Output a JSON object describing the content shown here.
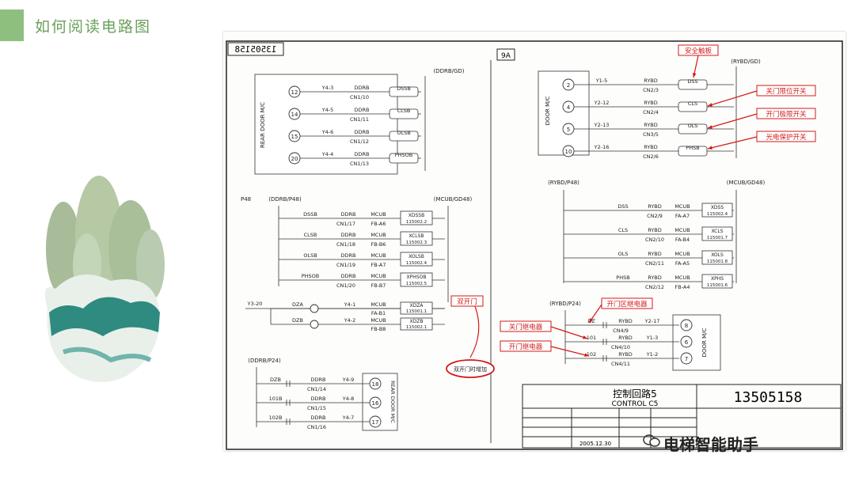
{
  "slide": {
    "title": "如何阅读电路图",
    "watermark": "电梯智能助手",
    "accent_color": "#8fbf7f"
  },
  "sheet": {
    "mirrored_number": "13505158",
    "sheet_tag": "9A",
    "title_cn": "控制回路5",
    "title_en": "CONTROL C5",
    "drawing_number": "13505158",
    "date": "2005.12.30"
  },
  "rear_door": {
    "label": "REAR DOOR M/C",
    "bus": "(DDRB/GD)",
    "rows": [
      {
        "pin": "12",
        "wire": "Y4-3",
        "relay": "DDRB",
        "conn": "CN1/10",
        "sw": "DSSB"
      },
      {
        "pin": "14",
        "wire": "Y4-5",
        "relay": "DDRB",
        "conn": "CN1/11",
        "sw": "CLSB"
      },
      {
        "pin": "15",
        "wire": "Y4-6",
        "relay": "DDRB",
        "conn": "CN1/12",
        "sw": "OLSB"
      },
      {
        "pin": "20",
        "wire": "Y4-4",
        "relay": "DDRB",
        "conn": "CN1/13",
        "sw": "PHSOB"
      }
    ]
  },
  "front_door": {
    "label": "DOOR M/C",
    "bus": "(RYBD/GD)",
    "rows": [
      {
        "pin": "2",
        "wire": "Y1-5",
        "relay": "RYBD",
        "conn": "CN2/3",
        "sw": "DSS"
      },
      {
        "pin": "4",
        "wire": "Y2-12",
        "relay": "RYBD",
        "conn": "CN2/4",
        "sw": "CLS"
      },
      {
        "pin": "5",
        "wire": "Y2-13",
        "relay": "RYBD",
        "conn": "CN3/5",
        "sw": "OLS"
      },
      {
        "pin": "10",
        "wire": "Y2-16",
        "relay": "RYBD",
        "conn": "CN2/6",
        "sw": "PHSB"
      }
    ]
  },
  "rear_mcub": {
    "bus_left": "P48",
    "bus": "(DDRB/P48)",
    "bus_right": "(MCUB/GD48)",
    "rows": [
      {
        "sig": "DSSB",
        "relay": "DDRB",
        "conn": "CN1/17",
        "mcub": "MCUB",
        "fb": "FB-A6",
        "box": "XDSSB",
        "ref": "115002.2"
      },
      {
        "sig": "CLSB",
        "relay": "DDRB",
        "conn": "CN1/18",
        "mcub": "MCUB",
        "fb": "FB-B6",
        "box": "XCLSB",
        "ref": "115002.3"
      },
      {
        "sig": "OLSB",
        "relay": "DDRB",
        "conn": "CN1/19",
        "mcub": "MCUB",
        "fb": "FB-A7",
        "box": "XOLSB",
        "ref": "115002.4"
      },
      {
        "sig": "PHSOB",
        "relay": "DDRB",
        "conn": "CN1/20",
        "mcub": "MCUB",
        "fb": "FB-B7",
        "box": "XPHSOB",
        "ref": "115002.5"
      }
    ]
  },
  "front_mcub": {
    "bus": "(RYBD/P48)",
    "bus_right": "(MCUB/GD48)",
    "rows": [
      {
        "sig": "DSS",
        "relay": "RYBD",
        "conn": "CN2/9",
        "mcub": "MCUB",
        "fb": "FA-A7",
        "box": "XDSS",
        "ref": "115002.4"
      },
      {
        "sig": "CLS",
        "relay": "RYBD",
        "conn": "CN2/10",
        "mcub": "MCUB",
        "fb": "FA-B4",
        "box": "XCLS",
        "ref": "115001.7"
      },
      {
        "sig": "OLS",
        "relay": "RYBD",
        "conn": "CN2/11",
        "mcub": "MCUB",
        "fb": "FA-A5",
        "box": "XOLS",
        "ref": "115001.8"
      },
      {
        "sig": "PHSB",
        "relay": "RYBD",
        "conn": "CN2/12",
        "mcub": "MCUB",
        "fb": "FB-A4",
        "box": "XPHS",
        "ref": "115001.6"
      }
    ]
  },
  "zone": {
    "wire": "Y3-20",
    "rows": [
      {
        "sig": "DZA",
        "wire": "Y4-1",
        "mcub": "MCUB",
        "fb": "FA-B1",
        "box": "XDZA",
        "ref": "115001.1"
      },
      {
        "sig": "DZB",
        "wire": "Y4-2",
        "mcub": "MCUB",
        "fb": "FB-B8",
        "box": "XDZB",
        "ref": "115002.1"
      }
    ]
  },
  "rear_relay": {
    "bus": "(DDRB/P24)",
    "label": "REAR DOOR M/C",
    "rows": [
      {
        "sig": "DZB",
        "relay": "DDRB",
        "conn": "CN1/14",
        "wire": "Y4-9",
        "pin": "18"
      },
      {
        "sig": "101B",
        "relay": "DDRB",
        "conn": "CN1/15",
        "wire": "Y4-8",
        "pin": "16"
      },
      {
        "sig": "102B",
        "relay": "DDRB",
        "conn": "CN1/16",
        "wire": "Y4-7",
        "pin": "17"
      }
    ]
  },
  "front_relay": {
    "bus": "(RYBD/P24)",
    "label": "DOOR M/C",
    "rows": [
      {
        "sig": "DZ",
        "relay": "RYBD",
        "conn": "CN4/9",
        "wire": "Y2-17",
        "pin": "8"
      },
      {
        "sig": "101",
        "relay": "RYBD",
        "conn": "CN4/10",
        "wire": "Y1-3",
        "pin": "6"
      },
      {
        "sig": "102",
        "relay": "RYBD",
        "conn": "CN4/11",
        "wire": "Y1-2",
        "pin": "7"
      }
    ]
  },
  "annotations": {
    "safety_edge": "安全触板",
    "close_limit": "关门限位开关",
    "open_limit": "开门极限开关",
    "photo_eye": "光电保护开关",
    "zone_relay": "开门区继电器",
    "close_relay": "关门继电器",
    "open_relay": "开门继电器",
    "double_door": "双开门",
    "circled_note": "双开门时增加",
    "color": "#d21a1a"
  }
}
